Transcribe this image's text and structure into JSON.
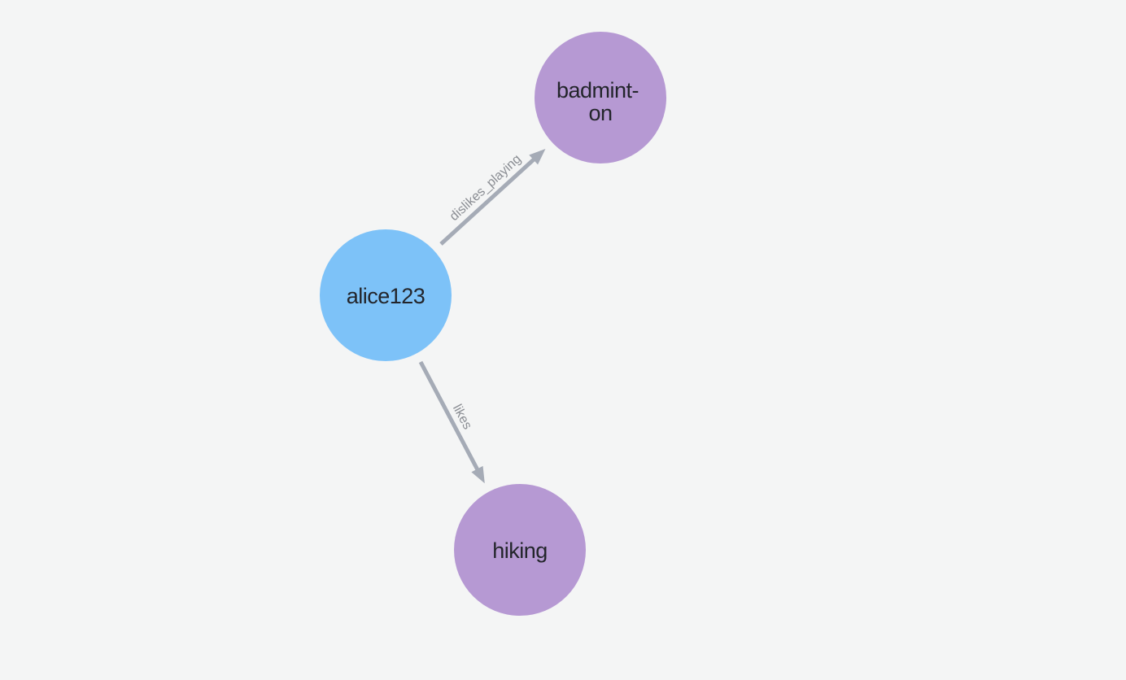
{
  "canvas": {
    "background_color": "#F4F5F5"
  },
  "graph": {
    "nodes": [
      {
        "id": "alice123",
        "label": "alice123",
        "lines": [
          "alice123"
        ],
        "color": "#7DC2F8"
      },
      {
        "id": "badminton",
        "label": "badminton",
        "lines": [
          "badmint-",
          "on"
        ],
        "color": "#B699D3"
      },
      {
        "id": "hiking",
        "label": "hiking",
        "lines": [
          "hiking"
        ],
        "color": "#B699D3"
      }
    ],
    "relationships": [
      {
        "source": "alice123",
        "target": "badminton",
        "label": "dislikes_playing"
      },
      {
        "source": "alice123",
        "target": "hiking",
        "label": "likes"
      }
    ],
    "styles": {
      "relationship_color": "#A5ABB6",
      "relationship_label_color": "#8A8D93",
      "node_label_color": "#23252B"
    }
  }
}
